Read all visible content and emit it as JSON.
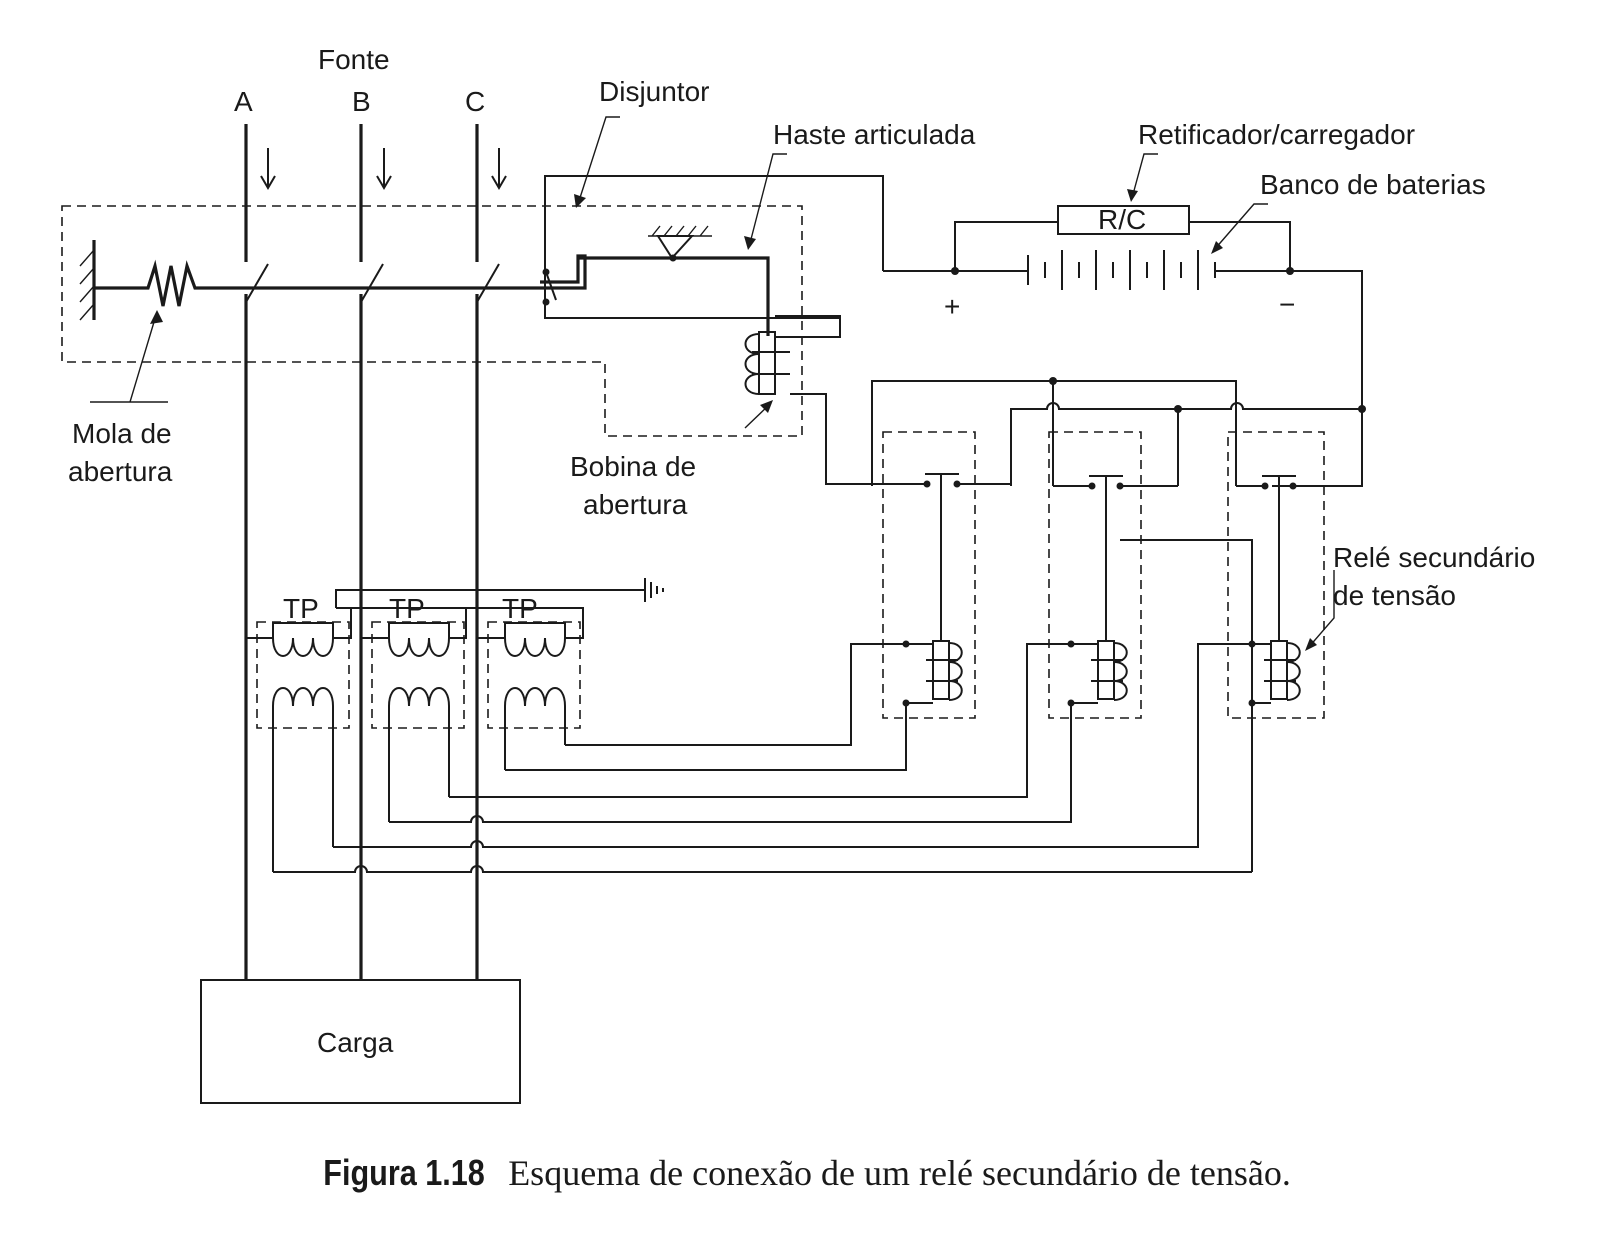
{
  "labels": {
    "fonte": "Fonte",
    "phase_a": "A",
    "phase_b": "B",
    "phase_c": "C",
    "disjuntor": "Disjuntor",
    "haste": "Haste articulada",
    "retificador": "Retificador/carregador",
    "rc": "R/C",
    "banco": "Banco de baterias",
    "plus": "+",
    "minus": "−",
    "mola_1": "Mola de",
    "mola_2": "abertura",
    "bobina_1": "Bobina de",
    "bobina_2": "abertura",
    "tp": "TP",
    "rele_1": "Relé secundário",
    "rele_2": "de tensão",
    "carga": "Carga"
  },
  "caption": {
    "number": "Figura 1.18",
    "text": "Esquema de conexão de um relé secundário de tensão."
  }
}
